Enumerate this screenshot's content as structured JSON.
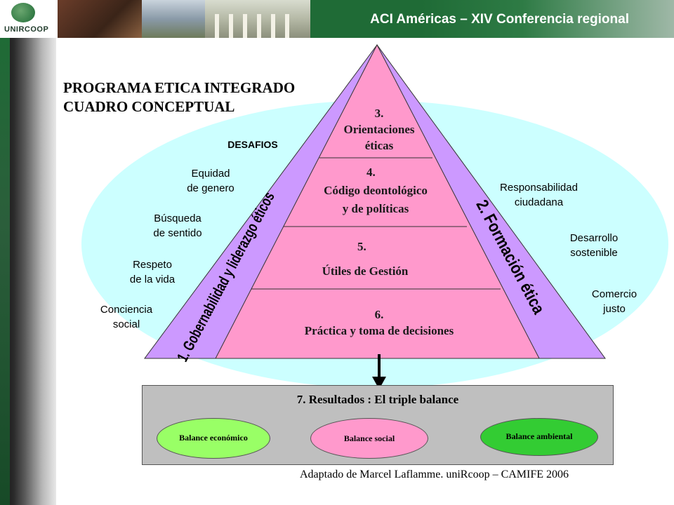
{
  "header": {
    "title": "ACI Américas – XIV Conferencia regional",
    "logo_text": "UNIRCOOP"
  },
  "program": {
    "title_line1": "PROGRAMA ETICA INTEGRADO",
    "title_line2": "CUADRO CONCEPTUAL"
  },
  "challenges": {
    "heading": "DESAFIOS",
    "left": [
      {
        "line1": "Equidad",
        "line2": "de genero"
      },
      {
        "line1": "Búsqueda",
        "line2": "de sentido"
      },
      {
        "line1": "Respeto",
        "line2": "de la vida"
      },
      {
        "line1": "Conciencia",
        "line2": "social"
      }
    ],
    "right": [
      {
        "line1": "Responsabilidad",
        "line2": "ciudadana"
      },
      {
        "line1": "Desarrollo",
        "line2": "sostenible"
      },
      {
        "line1": "Comercio",
        "line2": "justo"
      }
    ]
  },
  "pyramid": {
    "left_band": "1. Gobernabilidad y liderazgo éticos",
    "right_band": "2. Formación ética",
    "levels": [
      {
        "number": "3.",
        "line1": "Orientaciones",
        "line2": "éticas"
      },
      {
        "number": "4.",
        "line1": "Código deontológico",
        "line2": "y de políticas"
      },
      {
        "number": "5.",
        "line1": "Útiles de Gestión",
        "line2": ""
      },
      {
        "number": "6.",
        "line1": "Práctica y toma de decisiones",
        "line2": ""
      }
    ]
  },
  "results": {
    "title": "7. Resultados : El triple balance",
    "balances": [
      {
        "label": "Balance económico",
        "color": "#99ff66"
      },
      {
        "label": "Balance social",
        "color": "#ff99cc"
      },
      {
        "label": "Balance ambiental",
        "color": "#33cc33"
      }
    ]
  },
  "footer": {
    "credit": "Adaptado de Marcel Laflamme. uniRcoop – CAMIFE 2006"
  },
  "colors": {
    "header_green": "#1f6b36",
    "ellipse_cyan": "#ccffff",
    "pyramid_pink": "#ff99cc",
    "band_purple": "#cc99ff"
  }
}
